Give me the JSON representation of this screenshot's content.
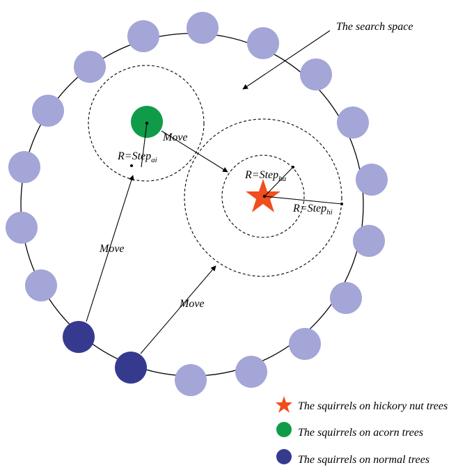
{
  "labels": {
    "search_space": "The search space",
    "move_top": "Move",
    "move_left": "Move",
    "move_bottom": "Move",
    "r_step_ai_prefix": "R=Step",
    "r_step_ai_sub": "ai",
    "r_step_ha_prefix": "R=Step",
    "r_step_ha_sub": "ha",
    "r_step_hi_prefix": "R=Step",
    "r_step_hi_sub": "hi"
  },
  "legend": {
    "hickory": "The squirrels on hickory nut trees",
    "acorn": "The squirrels on acorn trees",
    "normal": "The squirrels on normal trees"
  },
  "colors": {
    "normal_tree_light": "#a3a6d6",
    "normal_tree_dark": "#363a8f",
    "acorn_tree": "#109b48",
    "hickory_star": "#f14d1d",
    "line": "#000000"
  },
  "icons": {
    "hickory": "star-icon",
    "acorn": "green-circle-icon",
    "normal": "blue-circle-icon"
  }
}
